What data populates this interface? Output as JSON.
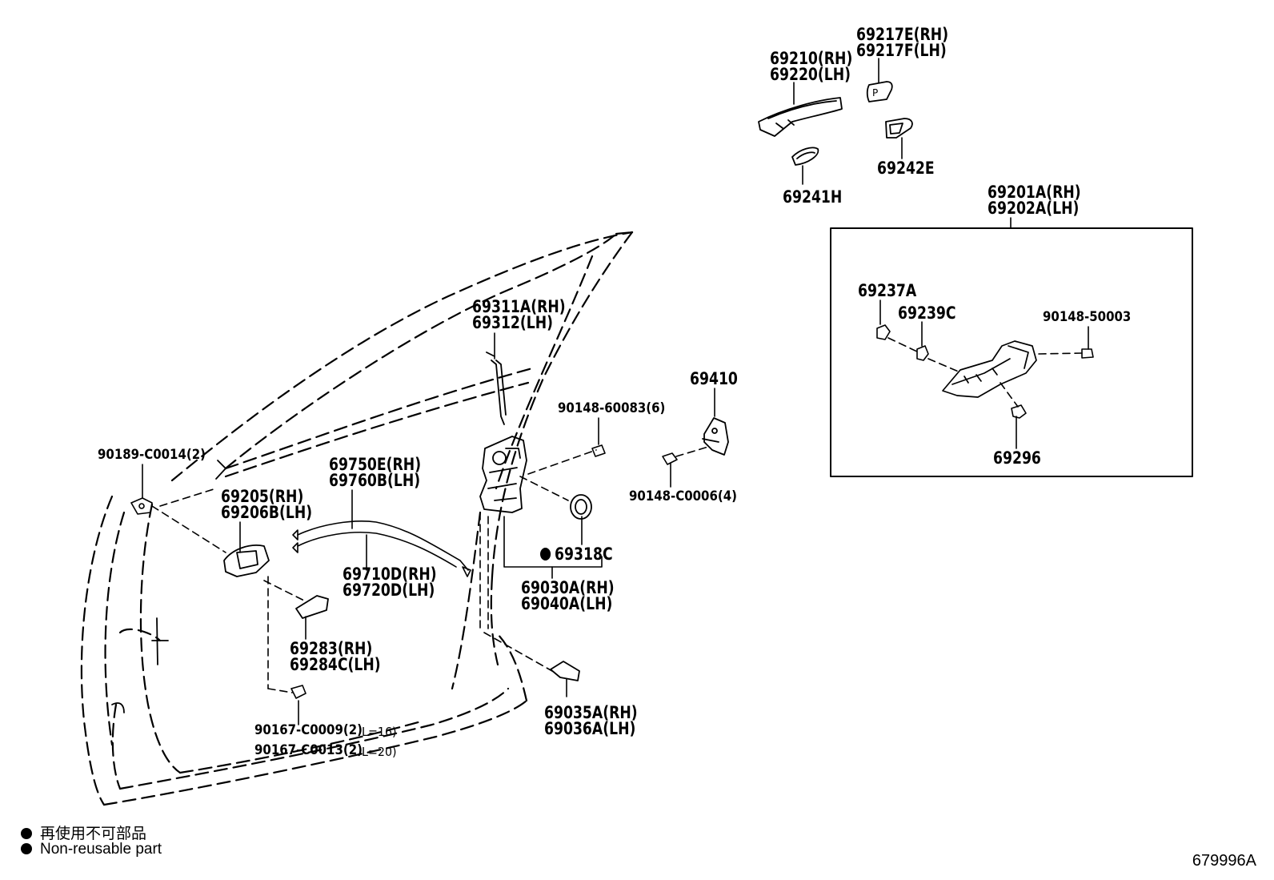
{
  "labels": {
    "p69217": [
      "69217E(RH)",
      "69217F(LH)"
    ],
    "p69210": [
      "69210(RH)",
      "69220(LH)"
    ],
    "p69242E": "69242E",
    "p69241H": "69241H",
    "p69201": [
      "69201A(RH)",
      "69202A(LH)"
    ],
    "p69237A": "69237A",
    "p69239C": "69239C",
    "p90148_50003": "90148-50003",
    "p69296": "69296",
    "p69311": [
      "69311A(RH)",
      "69312(LH)"
    ],
    "p69410": "69410",
    "p90148_60083": "90148-60083(6)",
    "p90148_C0006": "90148-C0006(4)",
    "p90189": "90189-C0014(2)",
    "p69750": [
      "69750E(RH)",
      "69760B(LH)"
    ],
    "p69205": [
      "69205(RH)",
      "69206B(LH)"
    ],
    "p69318C": "69318C",
    "p69710": [
      "69710D(RH)",
      "69720D(LH)"
    ],
    "p69030": [
      "69030A(RH)",
      "69040A(LH)"
    ],
    "p69283": [
      "69283(RH)",
      "69284C(LH)"
    ],
    "p69035": [
      "69035A(RH)",
      "69036A(LH)"
    ],
    "p90167_a": "90167-C0009(2)",
    "p90167_a_len": "L=16)",
    "p90167_b": "90167-C0013(2)",
    "p90167_b_len": "L=20)"
  },
  "legend": {
    "japanese": "再使用不可部品",
    "english": "Non-reusable part"
  },
  "figure_code": "679996A",
  "colors": {
    "line": "#000000",
    "background": "#ffffff"
  }
}
